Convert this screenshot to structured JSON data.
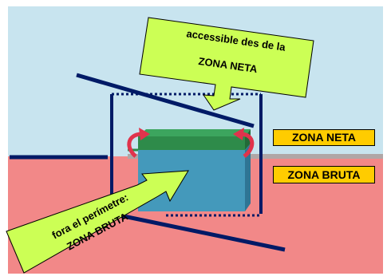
{
  "colors": {
    "sky": "#c8e4ef",
    "floor": "#f28888",
    "inner_white": "#ffffff",
    "navy": "#001a66",
    "label_fill": "#ccff55",
    "arrow_fill": "#ccff55",
    "box_top": "#2e8b4a",
    "box_front": "#4499bb",
    "curl_arrow": "#e0334c",
    "zone_bg": "#ffcc00"
  },
  "labels": {
    "top": {
      "line1": "accessible des de la",
      "line2": "ZONA NETA"
    },
    "bottom": {
      "line1": "fora el perímetre:",
      "line2": "ZONA BRUTA"
    }
  },
  "zones": {
    "neta": "ZONA NETA",
    "bruta": "ZONA BRUTA"
  }
}
